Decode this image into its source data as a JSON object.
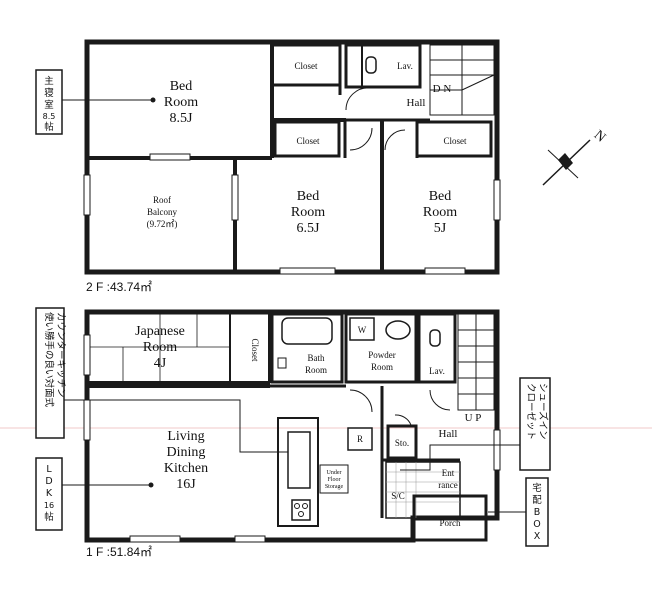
{
  "floor2": {
    "area_label": "2 F :43.74㎡",
    "rooms": {
      "bed_master_name": "Bed",
      "bed_master_name2": "Room",
      "bed_master_size": "8.5J",
      "closet_a": "Closet",
      "lav": "Lav.",
      "dn": "D N",
      "hall": "Hall",
      "closet_b": "Closet",
      "closet_c": "Closet",
      "balcony_name": "Roof",
      "balcony_name2": "Balcony",
      "balcony_size": "(9.72㎡)",
      "bed2_name": "Bed",
      "bed2_name2": "Room",
      "bed2_size": "6.5J",
      "bed3_name": "Bed",
      "bed3_name2": "Room",
      "bed3_size": "5J"
    },
    "callout_master": [
      "主",
      "寝",
      "室",
      "8.5",
      "帖"
    ]
  },
  "floor1": {
    "area_label": "1 F :51.84㎡",
    "rooms": {
      "japanese_name": "Japanese",
      "japanese_name2": "Room",
      "japanese_size": "4J",
      "closet": "Closet",
      "bath": "Bath",
      "bath2": "Room",
      "powder": "Powder",
      "powder2": "Room",
      "w_mark": "W",
      "lav": "Lav.",
      "ldk_name": "Living",
      "ldk_name2": "Dining",
      "ldk_name3": "Kitchen",
      "ldk_size": "16J",
      "r_mark": "R",
      "sto": "Sto.",
      "hall": "Hall",
      "up": "U P",
      "under_floor": "Under",
      "under_floor2": "Floor",
      "under_floor3": "Storage",
      "entrance": "Ent",
      "entrance2": "rance",
      "sc": "S/C",
      "porch": "Porch"
    },
    "callout_counter": [
      "使い勝手の良い対面式",
      "カウンターキッチン"
    ],
    "callout_ldk": [
      "L",
      "D",
      "K",
      "16",
      "帖"
    ],
    "callout_shoes": [
      "シューズイン",
      "クローゼット"
    ],
    "callout_box": [
      "宅",
      "配",
      "B",
      "O",
      "X"
    ]
  },
  "compass_label": "N"
}
